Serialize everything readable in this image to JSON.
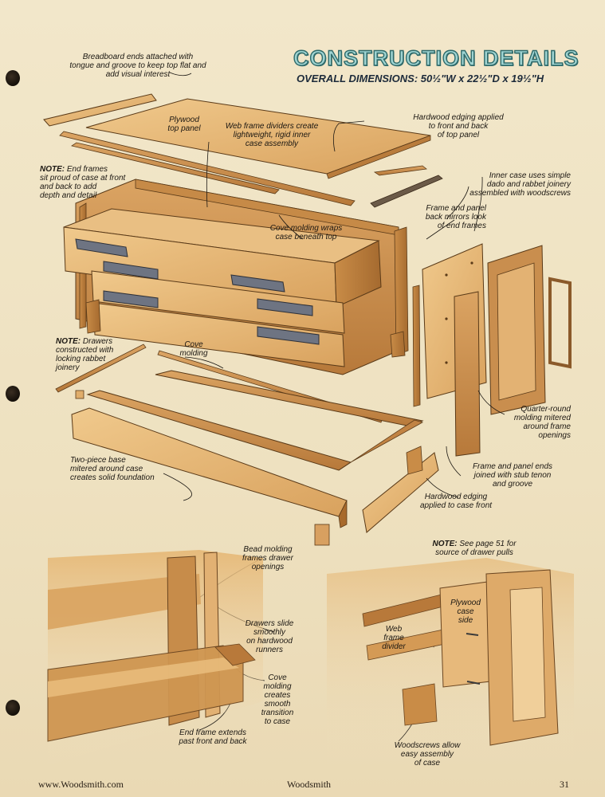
{
  "header": {
    "title": "CONSTRUCTION DETAILS",
    "dimensions_label": "OVERALL DIMENSIONS:",
    "dimensions_value": "50½\"W x 22½\"D x 19½\"H"
  },
  "callouts": {
    "breadboard": "Breadboard ends attached with\ntongue and groove to keep top flat and\nadd visual interest",
    "plywood_top": "Plywood\ntop panel",
    "web_frame": "Web frame dividers create\nlightweight, rigid inner\ncase assembly",
    "hardwood_edging_top": "Hardwood edging applied\nto front and back\nof top panel",
    "note_end_frames_label": "NOTE:",
    "note_end_frames": "End frames\nsit proud of case at front\nand back to add\ndepth and detail",
    "inner_case": "Inner case uses simple\ndado and rabbet joinery\nassembled with woodscrews",
    "frame_panel_back": "Frame and panel\nback mirrors look\nof end frames",
    "cove_wraps": "Cove molding wraps\ncase beneath top",
    "note_drawers_label": "NOTE:",
    "note_drawers": "Drawers\nconstructed with\nlocking rabbet\njoinery",
    "cove_molding": "Cove\nmolding",
    "quarter_round": "Quarter-round\nmolding mitered\naround frame\nopenings",
    "two_piece_base": "Two-piece base\nmitered around case\ncreates solid foundation",
    "frame_panel_ends": "Frame and panel ends\njoined with stub tenon\nand groove",
    "hardwood_edging_front": "Hardwood edging\napplied to case front",
    "note_pulls_label": "NOTE:",
    "note_pulls": "See page 51 for\nsource of drawer pulls",
    "bead_molding": "Bead molding\nframes drawer\nopenings",
    "drawers_slide": "Drawers slide\nsmoothly\non hardwood\nrunners",
    "cove_transition": "Cove\nmolding\ncreates\nsmooth\ntransition\nto case",
    "end_frame_extends": "End frame extends\npast front and back",
    "plywood_case_side": "Plywood\ncase\nside",
    "web_frame_divider": "Web\nframe\ndivider",
    "woodscrews": "Woodscrews allow\neasy assembly\nof case"
  },
  "footer": {
    "website": "www.Woodsmith.com",
    "magazine": "Woodsmith",
    "page_number": "31"
  },
  "colors": {
    "wood_light": "#e8b877",
    "wood_mid": "#d49a55",
    "wood_dark": "#a86a2c",
    "pull_gray": "#6e7482",
    "title_fill": "#9fd4d2",
    "title_stroke": "#2f6a6a"
  }
}
